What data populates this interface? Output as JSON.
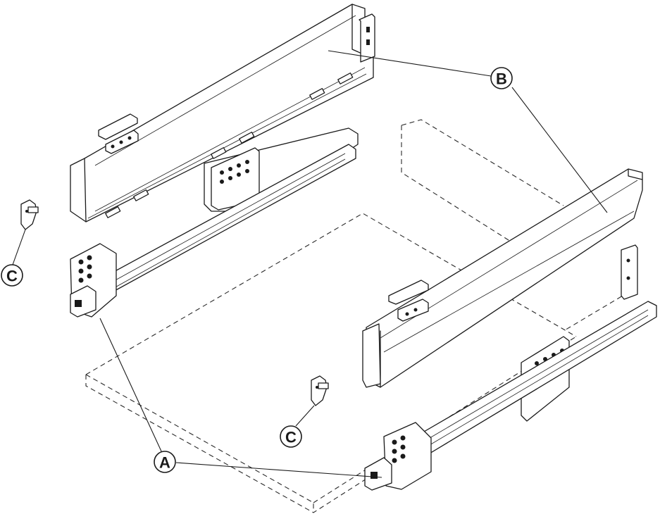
{
  "callouts": {
    "a": "A",
    "b": "B",
    "c_left": "C",
    "c_center": "C"
  }
}
